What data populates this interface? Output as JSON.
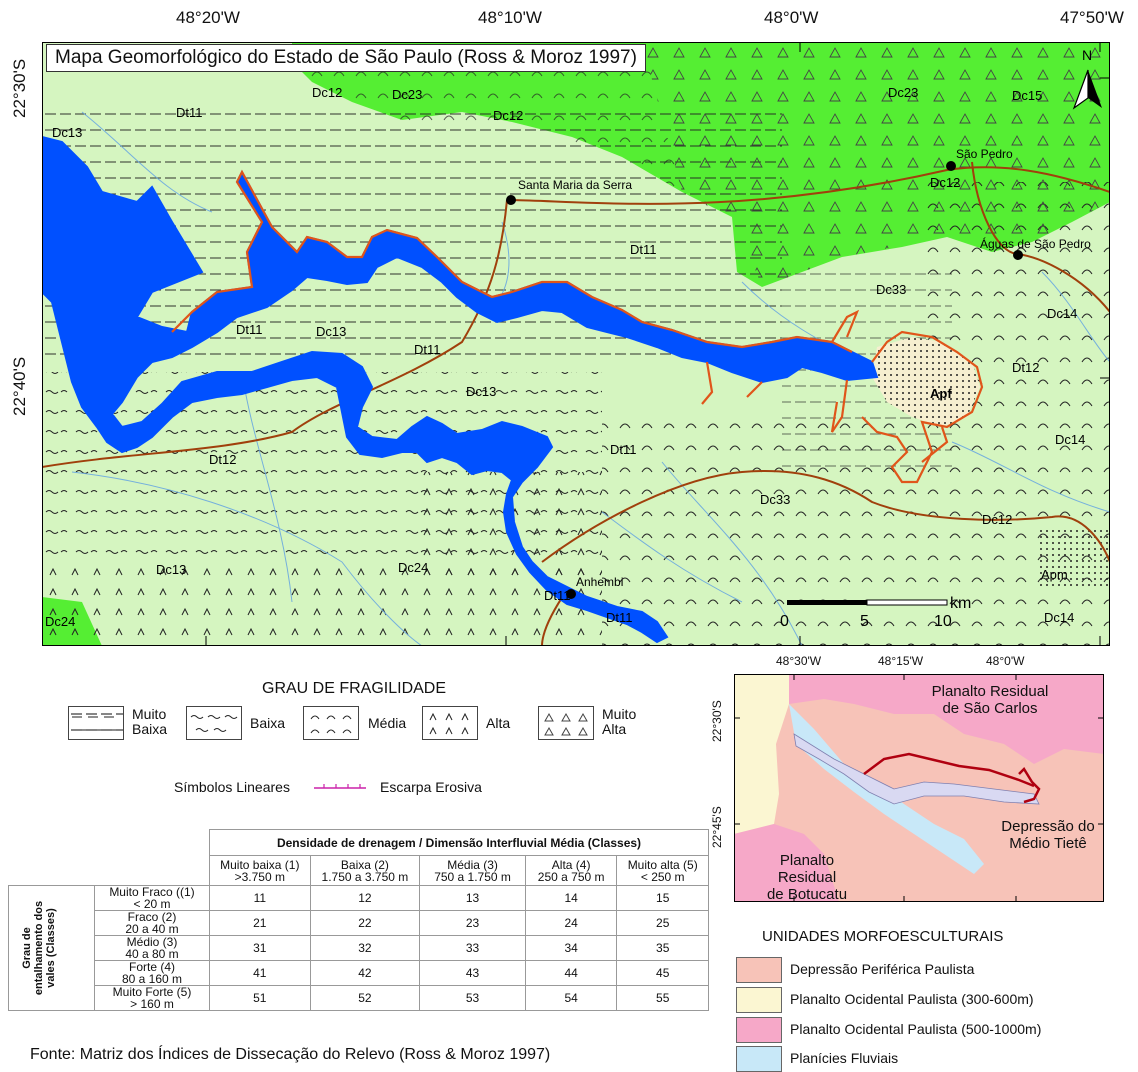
{
  "map": {
    "title": "Mapa Geomorfológico do Estado de São Paulo (Ross & Moroz 1997)",
    "top_coords": [
      "48°20'W",
      "48°10'W",
      "48°0'W",
      "47°50'W"
    ],
    "left_coords": [
      "22°30'S",
      "22°40'S"
    ],
    "north_label": "N",
    "scalebar": {
      "unit": "km",
      "ticks": [
        "0",
        "5",
        "10"
      ]
    },
    "places": [
      {
        "name": "Santa Maria da Serra"
      },
      {
        "name": "São Pedro"
      },
      {
        "name": "Águas de São Pedro"
      },
      {
        "name": "Anhembi"
      }
    ],
    "unit_labels": [
      "Dt11",
      "Dc12",
      "Dc23",
      "Dc12",
      "Dc23",
      "Dc15",
      "Dc13",
      "Dc12",
      "Dt11",
      "Dc33",
      "Dc14",
      "Dt11",
      "Dc13",
      "Dt11",
      "Dt12",
      "Dc13",
      "Apf",
      "Dc14",
      "Dt12",
      "Dt11",
      "Dc33",
      "Dc12",
      "Dc13",
      "Dc24",
      "Apm",
      "Dt11",
      "Dt11",
      "Dc14",
      "Dc24"
    ],
    "colors": {
      "lowland": "#d5f5c0",
      "hills": "#55ee33",
      "water": "#0050ff",
      "scarp": "#e0551a",
      "river": "#6aa8e0",
      "road": "#a0400c"
    }
  },
  "legend": {
    "fragility_title": "GRAU DE FRAGILIDADE",
    "fragility_items": [
      {
        "label_line1": "Muito",
        "label_line2": "Baixa",
        "pattern": "dash"
      },
      {
        "label_line1": "Baixa",
        "label_line2": "",
        "pattern": "wave"
      },
      {
        "label_line1": "Média",
        "label_line2": "",
        "pattern": "arc"
      },
      {
        "label_line1": "Alta",
        "label_line2": "",
        "pattern": "caret"
      },
      {
        "label_line1": "Muito",
        "label_line2": "Alta",
        "pattern": "triangle"
      }
    ],
    "linear_title": "Símbolos Lineares",
    "linear_item": "Escarpa Erosiva"
  },
  "matrix": {
    "header_main": "Densidade de drenagem / Dimensão Interfluvial Média (Classes)",
    "columns": [
      {
        "name": "Muito baixa (1)",
        "range": ">3.750 m"
      },
      {
        "name": "Baixa (2)",
        "range": "1.750 a 3.750 m"
      },
      {
        "name": "Média (3)",
        "range": "750 a 1.750 m"
      },
      {
        "name": "Alta (4)",
        "range": "250 a 750 m"
      },
      {
        "name": "Muito alta (5)",
        "range": "< 250 m"
      }
    ],
    "row_axis_label": "Grau de entalhamento dos vales (Classes)",
    "rows": [
      {
        "name": "Muito Fraco ((1)",
        "range": "< 20 m",
        "values": [
          "11",
          "12",
          "13",
          "14",
          "15"
        ]
      },
      {
        "name": "Fraco (2)",
        "range": "20 a 40 m",
        "values": [
          "21",
          "22",
          "23",
          "24",
          "25"
        ]
      },
      {
        "name": "Médio (3)",
        "range": "40 a 80 m",
        "values": [
          "31",
          "32",
          "33",
          "34",
          "35"
        ]
      },
      {
        "name": "Forte (4)",
        "range": "80 a 160 m",
        "values": [
          "41",
          "42",
          "43",
          "44",
          "45"
        ]
      },
      {
        "name": "Muito Forte (5)",
        "range": "> 160 m",
        "values": [
          "51",
          "52",
          "53",
          "54",
          "55"
        ]
      }
    ],
    "source": "Fonte: Matriz dos Índices de Dissecação do Relevo (Ross & Moroz 1997)"
  },
  "inset": {
    "top_coords": [
      "48°30'W",
      "48°15'W",
      "48°0'W"
    ],
    "left_coords": [
      "22°30'S",
      "22°45'S"
    ],
    "labels": [
      {
        "line1": "Planalto Residual",
        "line2": "de São Carlos"
      },
      {
        "line1": "Depressão do",
        "line2": "Médio Tietê"
      },
      {
        "line1": "Planalto",
        "line2": "Residual",
        "line3": "de Botucatu"
      }
    ],
    "colors": {
      "depressao": "#f7c3b8",
      "planalto_low": "#fbf6d2",
      "planalto_high": "#f6a8c8",
      "fluvial": "#c8e8f8",
      "reservoir": "#d9d9f2",
      "scarp": "#b00010"
    }
  },
  "units": {
    "title": "UNIDADES MORFOESCULTURAIS",
    "items": [
      {
        "label": "Depressão Periférica Paulista",
        "color": "#f7c3b8"
      },
      {
        "label": "Planalto Ocidental Paulista (300-600m)",
        "color": "#fbf6d2"
      },
      {
        "label": "Planalto Ocidental Paulista (500-1000m)",
        "color": "#f6a8c8"
      },
      {
        "label": "Planícies Fluviais",
        "color": "#c8e8f8"
      }
    ]
  }
}
